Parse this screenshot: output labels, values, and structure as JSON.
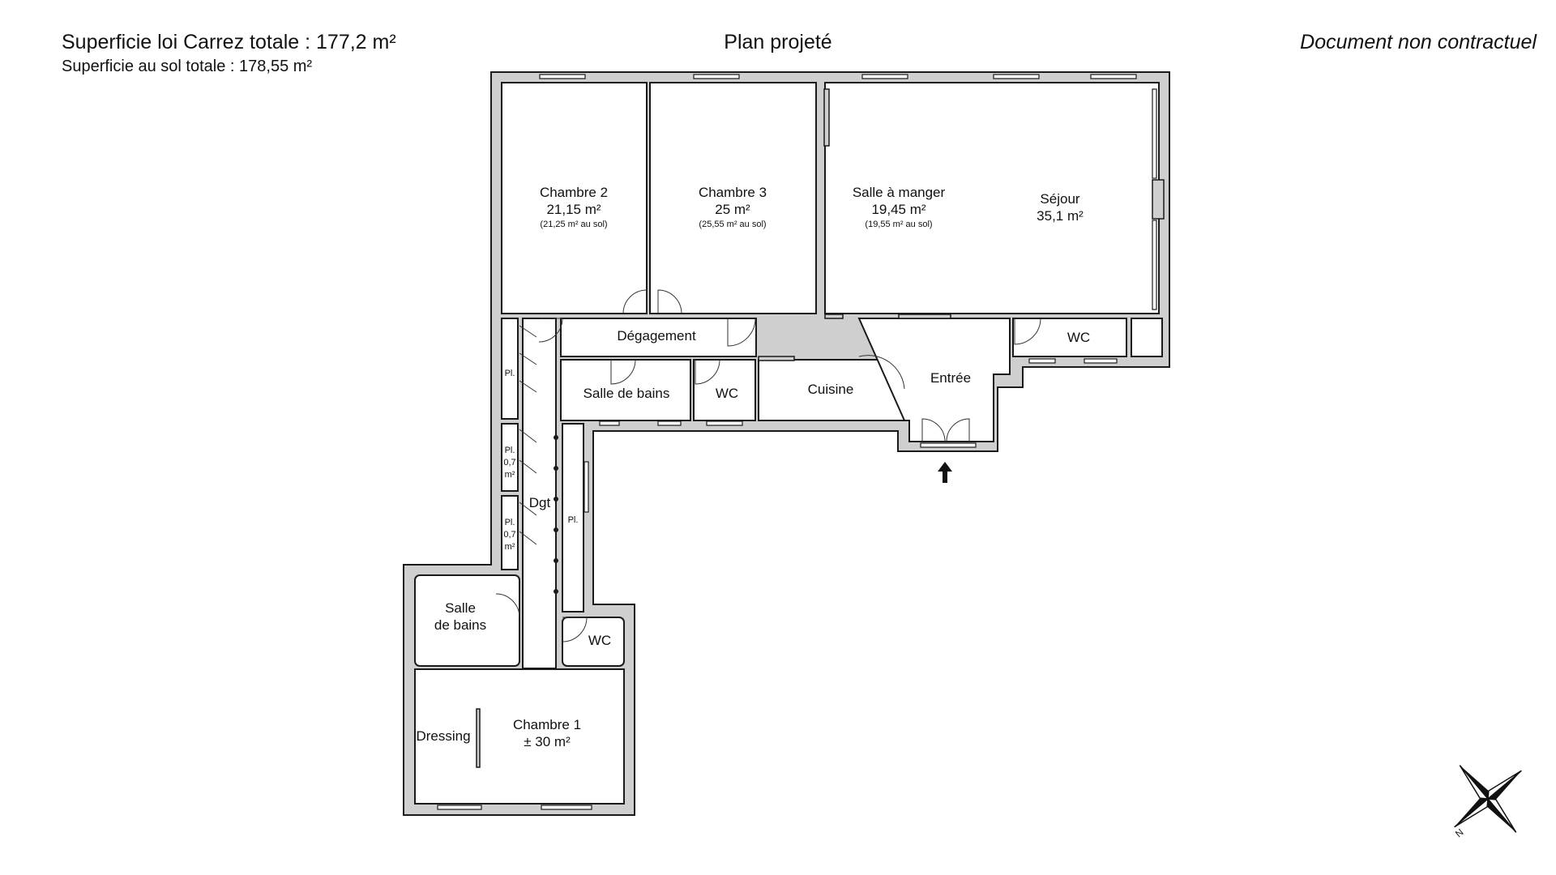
{
  "header": {
    "carrez_total": "Superficie loi Carrez totale : 177,2 m²",
    "sol_total": "Superficie au sol totale : 178,55 m²",
    "title": "Plan projeté",
    "disclaimer": "Document non contractuel"
  },
  "rooms": {
    "chambre2": {
      "name": "Chambre 2",
      "area": "21,15 m²",
      "floor": "(21,25 m² au sol)"
    },
    "chambre3": {
      "name": "Chambre 3",
      "area": "25 m²",
      "floor": "(25,55 m² au sol)"
    },
    "salle_manger": {
      "name": "Salle à manger",
      "area": "19,45 m²",
      "floor": "(19,55 m² au sol)"
    },
    "sejour": {
      "name": "Séjour",
      "area": "35,1 m²"
    },
    "degagement": {
      "name": "Dégagement"
    },
    "wc_east": {
      "name": "WC"
    },
    "salle_bains_1": {
      "name": "Salle de bains"
    },
    "wc_center": {
      "name": "WC"
    },
    "cuisine": {
      "name": "Cuisine"
    },
    "entree": {
      "name": "Entrée"
    },
    "placard_1": {
      "name": "Pl."
    },
    "placard_2": {
      "name": "Pl.",
      "area_num": "0,7",
      "area_unit": "m²"
    },
    "placard_3": {
      "name": "Pl.",
      "area_num": "0,7",
      "area_unit": "m²"
    },
    "dgt": {
      "name": "Dgt"
    },
    "placard_4": {
      "name": "Pl."
    },
    "salle_bains_2": {
      "line1": "Salle",
      "line2": "de bains"
    },
    "wc_south": {
      "name": "WC"
    },
    "dressing": {
      "name": "Dressing"
    },
    "chambre1": {
      "name": "Chambre 1",
      "area": "± 30 m²"
    }
  },
  "compass": {
    "north_label": "N"
  },
  "colors": {
    "wall": "#cfcfcf",
    "line": "#1a1a1a",
    "room": "#ffffff"
  }
}
